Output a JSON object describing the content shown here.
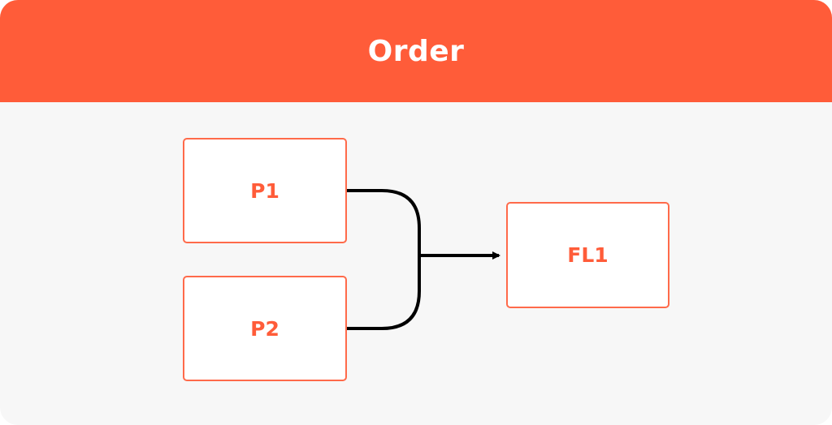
{
  "header": {
    "title": "Order"
  },
  "nodes": {
    "p1": {
      "label": "P1"
    },
    "p2": {
      "label": "P2"
    },
    "fl1": {
      "label": "FL1"
    }
  },
  "colors": {
    "accent": "#ff5c39",
    "node_border": "#ff6a4a",
    "background": "#f7f7f7",
    "connector": "#000000"
  }
}
